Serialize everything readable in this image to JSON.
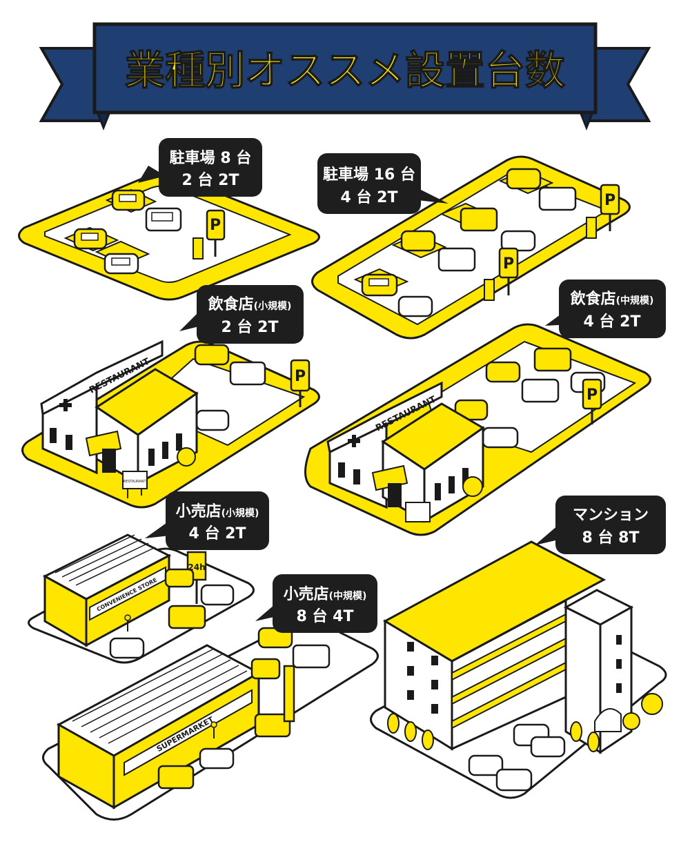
{
  "title": "業種別オススメ設置台数",
  "colors": {
    "banner": "#1f3f73",
    "title_text": "#ffe600",
    "accent_yellow": "#ffe600",
    "outline": "#1a1a1a",
    "bubble": "#1e1e1e"
  },
  "panels": [
    {
      "line1": "駐車場 8 台",
      "line1_sub": "",
      "line2": "2 台 2T"
    },
    {
      "line1": "駐車場 16 台",
      "line1_sub": "",
      "line2": "4 台 2T"
    },
    {
      "line1": "飲食店",
      "line1_sub": "(小規模)",
      "line2": "2 台 2T"
    },
    {
      "line1": "飲食店",
      "line1_sub": "(中規模)",
      "line2": "4 台 2T"
    },
    {
      "line1": "小売店",
      "line1_sub": "(小規模)",
      "line2": "4 台 2T"
    },
    {
      "line1": "小売店",
      "line1_sub": "(中規模)",
      "line2": "8 台 4T"
    },
    {
      "line1": "マンション",
      "line1_sub": "",
      "line2": "8 台 8T"
    }
  ],
  "signs": {
    "restaurant": "RESTAURANT",
    "restaurant_small": "RESTAURANT",
    "convenience": "CONVENIENCE STORE",
    "supermarket": "SUPERMARKET",
    "open24": "24h",
    "parking": "P"
  }
}
